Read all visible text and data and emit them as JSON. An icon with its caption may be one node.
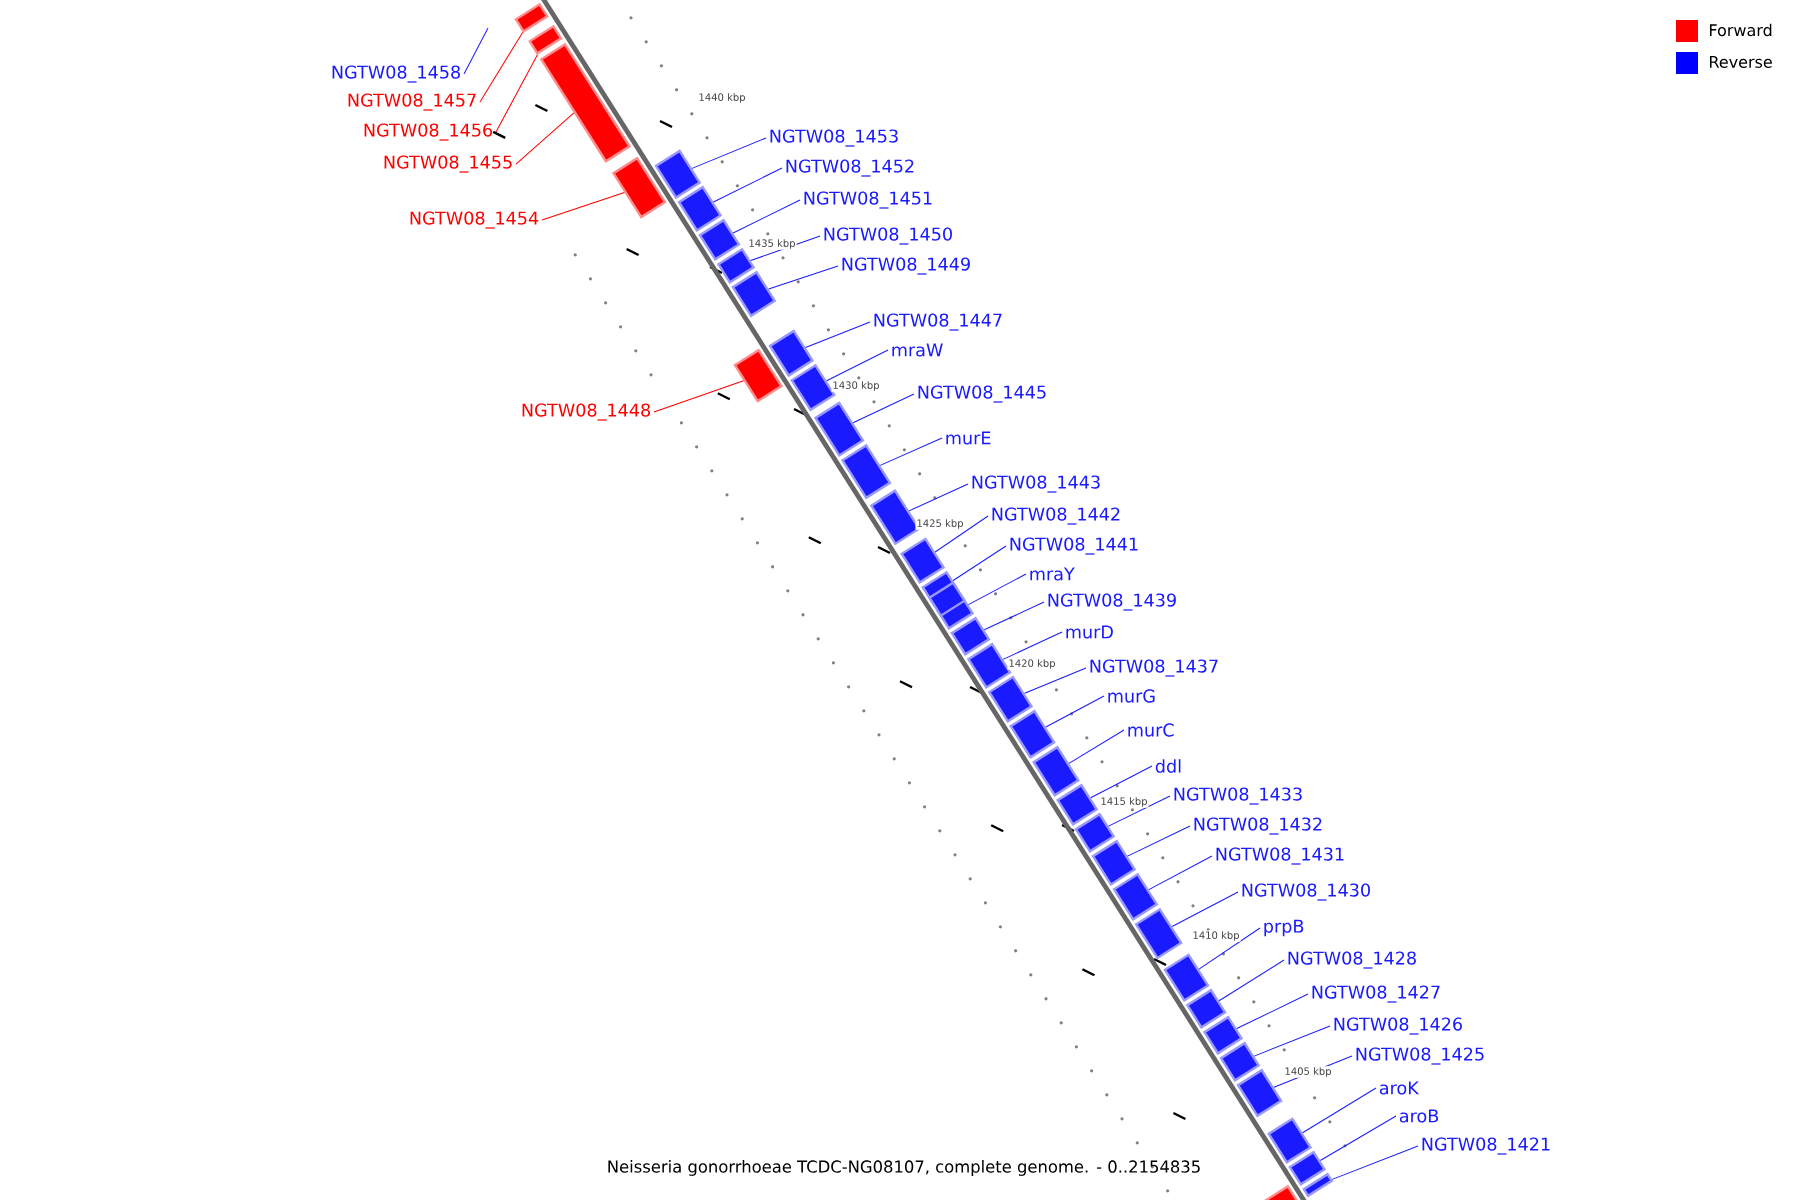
{
  "diagram": {
    "caption": "Neisseria gonorrhoeae TCDC-NG08107, complete genome. - 0..2154835",
    "nodes": [
      {
        "text": [
          "NGTW08_1458"
        ]
      },
      {
        "text": [
          "NGTW08_1457"
        ]
      },
      {
        "text": [
          "NGTW08_1456"
        ]
      },
      {
        "text": [
          "NGTW08_1453"
        ]
      },
      {
        "text": [
          "NGTW08_1455"
        ]
      },
      {
        "text": [
          "NGTW08_1452"
        ]
      },
      {
        "text": [
          "NGTW08_1451"
        ]
      },
      {
        "text": [
          "NGTW08_1454"
        ]
      },
      {
        "text": [
          "NGTW08_1450"
        ]
      },
      {
        "text": [
          "NGTW08_1449"
        ]
      },
      {
        "text": [
          "NGTW08_1447"
        ]
      },
      {
        "text": [
          "mraW"
        ]
      },
      {
        "text": [
          "NGTW08_1445"
        ]
      },
      {
        "text": [
          "NGTW08_1448"
        ]
      },
      {
        "text": [
          "murE"
        ]
      },
      {
        "text": [
          "NGTW08_1443"
        ]
      },
      {
        "text": [
          "NGTW08_1442"
        ]
      },
      {
        "text": [
          "NGTW08_1441"
        ]
      },
      {
        "text": [
          "mraY"
        ]
      },
      {
        "text": [
          "NGTW08_1439"
        ]
      },
      {
        "text": [
          "murD"
        ]
      },
      {
        "text": [
          "NGTW08_1437"
        ]
      },
      {
        "text": [
          "murG"
        ]
      },
      {
        "text": [
          "murC"
        ]
      },
      {
        "text": [
          "ddl"
        ]
      },
      {
        "text": [
          "NGTW08_1433"
        ]
      },
      {
        "text": [
          "NGTW08_1432"
        ]
      },
      {
        "text": [
          "NGTW08_1431"
        ]
      },
      {
        "text": [
          "NGTW08_1430"
        ]
      },
      {
        "text": [
          "prpB"
        ]
      },
      {
        "text": [
          "NGTW08_1428"
        ]
      },
      {
        "text": [
          "NGTW08_1427"
        ]
      },
      {
        "text": [
          "NGTW08_1426"
        ]
      },
      {
        "text": [
          "NGTW08_1425"
        ]
      },
      {
        "text": [
          "aroK"
        ]
      },
      {
        "text": [
          "aroB"
        ]
      },
      {
        "text": [
          "NGTW08_1421"
        ]
      },
      {
        "text": [],
        "shape": "bar"
      },
      {
        "text": [],
        "shape": "bar"
      },
      {
        "text": [],
        "shape": "bar"
      },
      {
        "text": [],
        "shape": "bar"
      },
      {
        "text": [],
        "shape": "bar"
      },
      {
        "text": [],
        "shape": "bar"
      },
      {
        "text": [],
        "shape": "bar"
      },
      {
        "text": [],
        "shape": "bar"
      },
      {
        "text": [],
        "shape": "bar"
      },
      {
        "text": [],
        "shape": "bar"
      },
      {
        "text": [],
        "shape": "bar"
      },
      {
        "text": [],
        "shape": "bar"
      },
      {
        "text": [],
        "shape": "bar"
      },
      {
        "text": [],
        "shape": "bar"
      },
      {
        "text": [],
        "shape": "bar"
      },
      {
        "text": [],
        "shape": "bar"
      },
      {
        "text": [],
        "shape": "bar"
      },
      {
        "text": [],
        "shape": "bar"
      },
      {
        "text": [],
        "shape": "bar"
      },
      {
        "text": [],
        "shape": "bar"
      },
      {
        "text": [],
        "shape": "bar"
      },
      {
        "text": [],
        "shape": "bar"
      },
      {
        "text": [],
        "shape": "bar"
      },
      {
        "text": [],
        "shape": "bar"
      },
      {
        "text": [],
        "shape": "bar"
      },
      {
        "text": [],
        "shape": "bar"
      },
      {
        "text": [],
        "shape": "bar"
      },
      {
        "text": [],
        "shape": "bar"
      },
      {
        "text": [],
        "shape": "bar"
      },
      {
        "text": [],
        "shape": "bar"
      },
      {
        "text": [],
        "shape": "bar"
      },
      {
        "text": [],
        "shape": "bar"
      },
      {
        "text": [],
        "shape": "bar"
      },
      {
        "text": [],
        "shape": "bar"
      },
      {
        "text": [],
        "shape": "bar"
      },
      {
        "text": [],
        "shape": "bar"
      },
      {
        "text": [],
        "shape": "bar"
      },
      {
        "text": [],
        "shape": "bar"
      }
    ],
    "edges": [
      {
        "from": 0,
        "to": null,
        "arrow": "none"
      },
      {
        "from": 1,
        "to": 37,
        "arrow": "none",
        "color": "#ff0000"
      },
      {
        "from": 2,
        "to": 38,
        "arrow": "none",
        "color": "#ff0000"
      },
      {
        "from": 3,
        "to": 41,
        "arrow": "none"
      },
      {
        "from": 4,
        "to": 39,
        "arrow": "none",
        "color": "#ff0000"
      },
      {
        "from": 5,
        "to": 42,
        "arrow": "none"
      },
      {
        "from": 6,
        "to": 43,
        "arrow": "none"
      },
      {
        "from": 7,
        "to": 40,
        "arrow": "none",
        "color": "#ff0000"
      },
      {
        "from": 8,
        "to": 44,
        "arrow": "none"
      },
      {
        "from": 9,
        "to": 45,
        "arrow": "none"
      },
      {
        "from": 10,
        "to": 47,
        "arrow": "none"
      },
      {
        "from": 11,
        "to": 48,
        "arrow": "none"
      },
      {
        "from": 12,
        "to": 49,
        "arrow": "none"
      },
      {
        "from": 13,
        "to": 46,
        "arrow": "none",
        "color": "#ff0000"
      },
      {
        "from": 14,
        "to": 50,
        "arrow": "none"
      },
      {
        "from": 15,
        "to": 51,
        "arrow": "none"
      },
      {
        "from": 16,
        "to": 52,
        "arrow": "none"
      },
      {
        "from": 17,
        "to": 53,
        "arrow": "none"
      },
      {
        "from": 18,
        "to": 54,
        "arrow": "none"
      },
      {
        "from": 19,
        "to": 55,
        "arrow": "none"
      },
      {
        "from": 20,
        "to": 56,
        "arrow": "none"
      },
      {
        "from": 21,
        "to": 57,
        "arrow": "none"
      },
      {
        "from": 22,
        "to": 58,
        "arrow": "none"
      },
      {
        "from": 23,
        "to": 59,
        "arrow": "none"
      },
      {
        "from": 24,
        "to": 60,
        "arrow": "none"
      },
      {
        "from": 25,
        "to": 61,
        "arrow": "none"
      },
      {
        "from": 26,
        "to": 62,
        "arrow": "none"
      },
      {
        "from": 27,
        "to": 63,
        "arrow": "none"
      },
      {
        "from": 28,
        "to": 64,
        "arrow": "none"
      },
      {
        "from": 29,
        "to": 65,
        "arrow": "none"
      },
      {
        "from": 30,
        "to": 66,
        "arrow": "none"
      },
      {
        "from": 31,
        "to": 67,
        "arrow": "none"
      },
      {
        "from": 32,
        "to": 68,
        "arrow": "none"
      },
      {
        "from": 33,
        "to": 69,
        "arrow": "none"
      },
      {
        "from": 34,
        "to": 70,
        "arrow": "none"
      },
      {
        "from": 35,
        "to": 71,
        "arrow": "none"
      },
      {
        "from": 36,
        "to": 73,
        "arrow": "none"
      }
    ],
    "labels": [
      "1440 kbp",
      "1435 kbp",
      "1430 kbp",
      "1425 kbp",
      "1420 kbp",
      "1415 kbp",
      "1410 kbp",
      "1405 kbp"
    ],
    "legend": [
      {
        "text": "Forward",
        "color": "#ff0000"
      },
      {
        "text": "Reverse",
        "color": "#0000ff"
      }
    ]
  }
}
